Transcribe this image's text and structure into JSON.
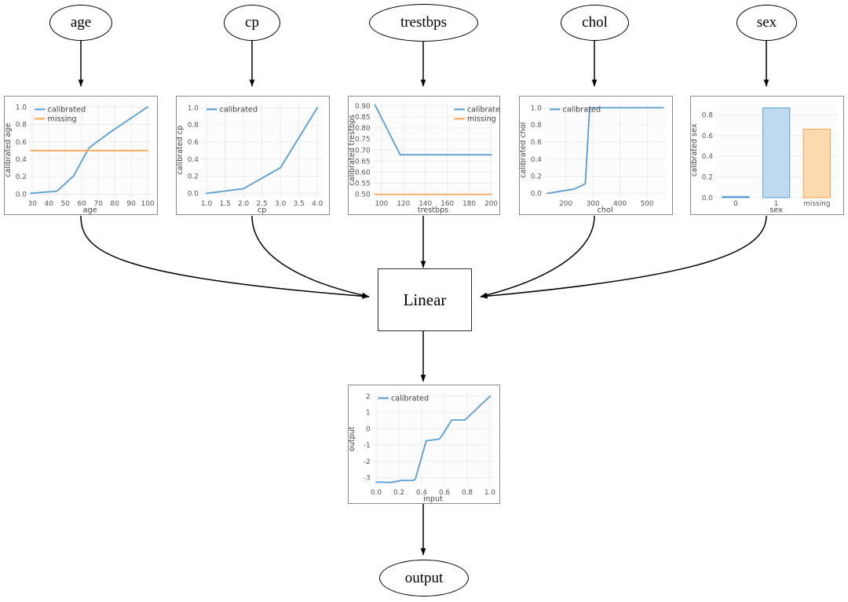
{
  "graph": {
    "input_nodes": [
      {
        "id": "age",
        "label": "age"
      },
      {
        "id": "cp",
        "label": "cp"
      },
      {
        "id": "trestbps",
        "label": "trestbps"
      },
      {
        "id": "chol",
        "label": "chol"
      },
      {
        "id": "sex",
        "label": "sex"
      }
    ],
    "combiner": {
      "id": "linear",
      "label": "Linear"
    },
    "output_node": {
      "id": "output",
      "label": "output"
    }
  },
  "colors": {
    "calibrated": "#5a9fd4",
    "missing": "#ffa556",
    "bar_blue_fill": "#bfd9ee",
    "bar_blue_edge": "#5a9fd4",
    "bar_orange_fill": "#fdd9b0",
    "bar_orange_edge": "#ff9e4a",
    "node_stroke": "#000000",
    "edge_stroke": "#000000",
    "panel_border": "#8a8a8a"
  },
  "legend_labels": {
    "calibrated": "calibrated",
    "missing": "missing"
  },
  "chart_data": [
    {
      "id": "age",
      "type": "line",
      "title": "",
      "xlabel": "age",
      "ylabel": "calibrated age",
      "xlim": [
        28,
        102
      ],
      "ylim": [
        -0.04,
        1.05
      ],
      "xticks": [
        30,
        40,
        50,
        60,
        70,
        80,
        90,
        100
      ],
      "yticks": [
        0.0,
        0.2,
        0.4,
        0.6,
        0.8,
        1.0
      ],
      "xticklabels": [
        "30",
        "40",
        "50",
        "60",
        "70",
        "80",
        "90",
        "100"
      ],
      "yticklabels": [
        "0.0",
        "0.2",
        "0.4",
        "0.6",
        "0.8",
        "1.0"
      ],
      "grid": true,
      "legend": [
        "calibrated",
        "missing"
      ],
      "legend_position": "upper left",
      "series": [
        {
          "name": "calibrated",
          "color": "#5a9fd4",
          "x": [
            29,
            45,
            55,
            60,
            64,
            66,
            78,
            100
          ],
          "y": [
            0.01,
            0.035,
            0.21,
            0.38,
            0.52,
            0.555,
            0.72,
            1.0
          ]
        },
        {
          "name": "missing",
          "color": "#ffa556",
          "x": [
            29,
            100
          ],
          "y": [
            0.5,
            0.5
          ]
        }
      ]
    },
    {
      "id": "cp",
      "type": "line",
      "title": "",
      "xlabel": "cp",
      "ylabel": "calibrated cp",
      "xlim": [
        0.85,
        4.15
      ],
      "ylim": [
        -0.05,
        1.06
      ],
      "xticks": [
        1.0,
        1.5,
        2.0,
        2.5,
        3.0,
        3.5,
        4.0
      ],
      "yticks": [
        0.0,
        0.2,
        0.4,
        0.6,
        0.8,
        1.0
      ],
      "xticklabels": [
        "1.0",
        "1.5",
        "2.0",
        "2.5",
        "3.0",
        "3.5",
        "4.0"
      ],
      "yticklabels": [
        "0.0",
        "0.2",
        "0.4",
        "0.6",
        "0.8",
        "1.0"
      ],
      "grid": true,
      "legend": [
        "calibrated"
      ],
      "legend_position": "upper left",
      "series": [
        {
          "name": "calibrated",
          "color": "#5a9fd4",
          "x": [
            1.0,
            2.0,
            3.0,
            4.0
          ],
          "y": [
            0.0,
            0.055,
            0.3,
            1.0
          ]
        }
      ]
    },
    {
      "id": "trestbps",
      "type": "line",
      "title": "",
      "xlabel": "trestbps",
      "ylabel": "calibrated trestbps",
      "xlim": [
        92,
        202
      ],
      "ylim": [
        0.485,
        0.915
      ],
      "xticks": [
        100,
        120,
        140,
        160,
        180,
        200
      ],
      "yticks": [
        0.5,
        0.55,
        0.6,
        0.65,
        0.7,
        0.75,
        0.8,
        0.85,
        0.9
      ],
      "xticklabels": [
        "100",
        "120",
        "140",
        "160",
        "180",
        "200"
      ],
      "yticklabels": [
        "0.50",
        "0.55",
        "0.60",
        "0.65",
        "0.70",
        "0.75",
        "0.80",
        "0.85",
        "0.90"
      ],
      "grid": true,
      "legend": [
        "calibrated",
        "missing"
      ],
      "legend_position": "upper right",
      "series": [
        {
          "name": "calibrated",
          "color": "#5a9fd4",
          "x": [
            94,
            117,
            200
          ],
          "y": [
            0.905,
            0.679,
            0.679
          ]
        },
        {
          "name": "missing",
          "color": "#ffa556",
          "x": [
            94,
            200
          ],
          "y": [
            0.5,
            0.5
          ]
        }
      ]
    },
    {
      "id": "chol",
      "type": "line",
      "title": "",
      "xlabel": "chol",
      "ylabel": "calibrated chol",
      "xlim": [
        120,
        570
      ],
      "ylim": [
        -0.05,
        1.06
      ],
      "xticks": [
        200,
        300,
        400,
        500
      ],
      "yticks": [
        0.0,
        0.2,
        0.4,
        0.6,
        0.8,
        1.0
      ],
      "xticklabels": [
        "200",
        "300",
        "400",
        "500"
      ],
      "yticklabels": [
        "0.0",
        "0.2",
        "0.4",
        "0.6",
        "0.8",
        "1.0"
      ],
      "grid": true,
      "legend": [
        "calibrated"
      ],
      "legend_position": "upper left",
      "series": [
        {
          "name": "calibrated",
          "color": "#5a9fd4",
          "x": [
            132,
            200,
            230,
            262,
            272,
            288,
            560
          ],
          "y": [
            0.0,
            0.035,
            0.05,
            0.095,
            0.115,
            1.0,
            1.0
          ]
        }
      ]
    },
    {
      "id": "sex",
      "type": "bar",
      "title": "",
      "xlabel": "sex",
      "ylabel": "calibrated sex",
      "categories": [
        "0",
        "1",
        "missing"
      ],
      "values": [
        0.008,
        0.868,
        0.662
      ],
      "bar_colors": [
        "#5a9fd4",
        "#bfd9ee",
        "#fdd9b0"
      ],
      "bar_edge_colors": [
        "#5a9fd4",
        "#5a9fd4",
        "#ff9e4a"
      ],
      "ylim": [
        0.0,
        0.92
      ],
      "yticks": [
        0.0,
        0.2,
        0.4,
        0.6,
        0.8
      ],
      "yticklabels": [
        "0.0",
        "0.2",
        "0.4",
        "0.6",
        "0.8"
      ],
      "grid": true,
      "legend": []
    },
    {
      "id": "output",
      "type": "line",
      "title": "",
      "xlabel": "input",
      "ylabel": "output",
      "xlim": [
        -0.03,
        1.03
      ],
      "ylim": [
        -3.55,
        2.3
      ],
      "xticks": [
        0.0,
        0.2,
        0.4,
        0.6,
        0.8,
        1.0
      ],
      "yticks": [
        -3,
        -2,
        -1,
        0,
        1,
        2
      ],
      "xticklabels": [
        "0.0",
        "0.2",
        "0.4",
        "0.6",
        "0.8",
        "1.0"
      ],
      "yticklabels": [
        "-3",
        "-2",
        "-1",
        "0",
        "1",
        "2"
      ],
      "grid": true,
      "legend": [
        "calibrated"
      ],
      "legend_position": "upper left",
      "series": [
        {
          "name": "calibrated",
          "color": "#5a9fd4",
          "x": [
            0.0,
            0.13,
            0.22,
            0.33,
            0.345,
            0.44,
            0.46,
            0.555,
            0.575,
            0.665,
            0.78,
            1.0
          ],
          "y": [
            -3.28,
            -3.3,
            -3.18,
            -3.17,
            -3.08,
            -0.74,
            -0.72,
            -0.63,
            -0.45,
            0.54,
            0.54,
            2.0
          ]
        }
      ]
    }
  ]
}
